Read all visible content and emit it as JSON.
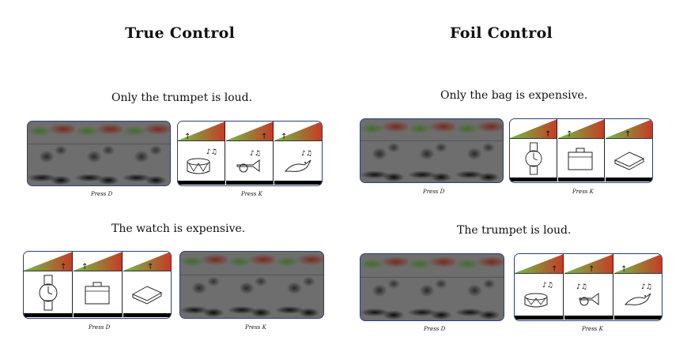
{
  "headings": {
    "true_control": "True Control",
    "foil_control": "Foil Control"
  },
  "panels": [
    {
      "sentence": "Only the trumpet is loud.",
      "left_label": "Press D",
      "right_label": "Press K",
      "pictures": [
        "drum-icon",
        "trumpet-icon",
        "bird-icon"
      ]
    },
    {
      "sentence": "The watch is expensive.",
      "left_label": "Press D",
      "right_label": "Press K",
      "pictures": [
        "watch-icon",
        "bag-icon",
        "book-icon"
      ]
    },
    {
      "sentence": "Only the bag is expensive.",
      "left_label": "Press D",
      "right_label": "Press K",
      "pictures": [
        "watch-icon",
        "bag-icon",
        "book-icon"
      ]
    },
    {
      "sentence": "The trumpet is loud.",
      "left_label": "Press D",
      "right_label": "Press K",
      "pictures": [
        "drum-icon",
        "trumpet-icon",
        "bird-icon"
      ]
    }
  ],
  "colors": {
    "frame_border": "#2c3f7a",
    "ramp_low": "#6fbf45",
    "ramp_high": "#c83a26",
    "scramble_gray": "#6e6e6e"
  }
}
